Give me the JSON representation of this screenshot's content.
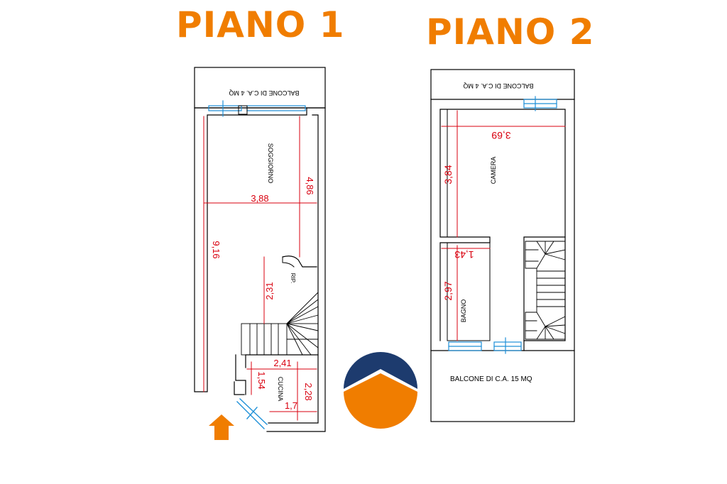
{
  "colors": {
    "title": "#f07d00",
    "wall": "#000000",
    "dimension": "#d9000f",
    "window": "#1e90d8",
    "logo_top": "#1d3b6e",
    "logo_bottom": "#f07d00",
    "entrance_arrow": "#f07d00"
  },
  "floor1": {
    "title": "PIANO 1",
    "balcony_label": "BALCONE  DI C.A. 4 MQ",
    "rooms": {
      "living": "SOGGIORNO",
      "storage": "RIP.",
      "kitchen": "CUCINA"
    },
    "dimensions": {
      "living_depth": "4,86",
      "living_width": "3,88",
      "total_length": "9,16",
      "hall_length": "2,31",
      "kitchen_width": "2,41",
      "kitchen_left": "1,54",
      "kitchen_right": "2,28",
      "kitchen_bottom": "1,7"
    },
    "entrance_icon": "entrance-arrow-icon"
  },
  "floor2": {
    "title": "PIANO 2",
    "balcony_top_label": "BALCONE DI C.A. 4 MQ",
    "balcony_bottom_label": "BALCONE DI C.A. 15 MQ",
    "rooms": {
      "bedroom": "CAMERA",
      "bathroom": "BAGNO"
    },
    "dimensions": {
      "bedroom_width": "3,69",
      "bedroom_depth": "3,84",
      "bath_width": "1,43",
      "bath_depth": "2,97"
    }
  },
  "logo": {
    "icon": "house-roof-logo-icon"
  }
}
